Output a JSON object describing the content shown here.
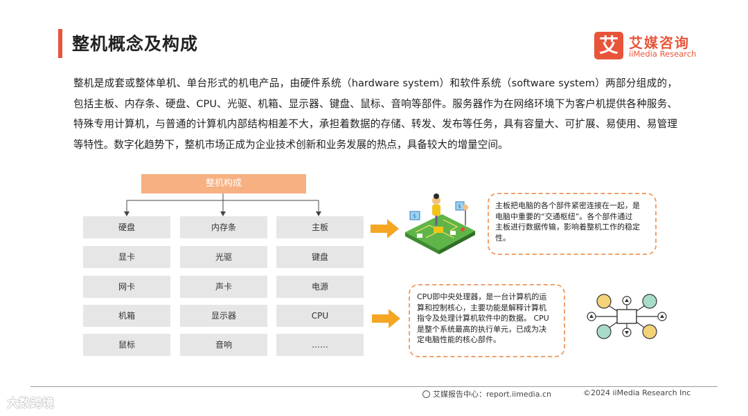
{
  "title": "整机概念及构成",
  "logo": {
    "mark": "艾",
    "cn": "艾媒咨询",
    "en": "iiMedia Research"
  },
  "intro": "整机是成套或整体单机、单台形式的机电产品，由硬件系统（hardware system）和软件系统（software system）两部分组成的，包括主板、内存条、硬盘、CPU、光驱、机箱、显示器、键盘、鼠标、音响等部件。服务器作为在网络环境下为客户机提供各种服务、特殊专用计算机，与普通的计算机内部结构相差不大，承担着数据的存储、转发、发布等任务，具有容量大、可扩展、易使用、易管理等特性。数字化趋势下，整机市场正成为企业技术创新和业务发展的热点，具备较大的增量空间。",
  "tree": {
    "root": "整机构成",
    "items": [
      [
        "硬盘",
        "内存条",
        "主板"
      ],
      [
        "显卡",
        "光驱",
        "键盘"
      ],
      [
        "网卡",
        "声卡",
        "电源"
      ],
      [
        "机箱",
        "显示器",
        "CPU"
      ],
      [
        "鼠标",
        "音响",
        "……"
      ]
    ]
  },
  "callouts": {
    "motherboard": [
      "主板把电脑的各个部件紧密连接在一起，是",
      "电脑中重要的“交通枢纽”。各个部件通过",
      "主板进行数据传输，影响着整机工作的稳定",
      "性。"
    ],
    "cpu": [
      "CPU即中央处理器，是一台计算机的运",
      "算和控制核心，主要功能是解释计算机",
      "指令及处理计算机软件中的数据。 CPU",
      "是整个系统最高的执行单元，已成为决",
      "定电脑性能的核心部件。"
    ]
  },
  "colors": {
    "accent": "#e8543a",
    "arrow": "#f5a623",
    "root": "#f6b082",
    "cell": "#e6e6e6",
    "dashed": "#f0a06b",
    "node_yellow": "#f3d27a",
    "node_teal": "#a8dcc9"
  },
  "footer": {
    "center": "艾媒报告中心：report.iimedia.cn",
    "right": "©2024  iiMedia Research  Inc"
  },
  "watermark": "大数跨境"
}
